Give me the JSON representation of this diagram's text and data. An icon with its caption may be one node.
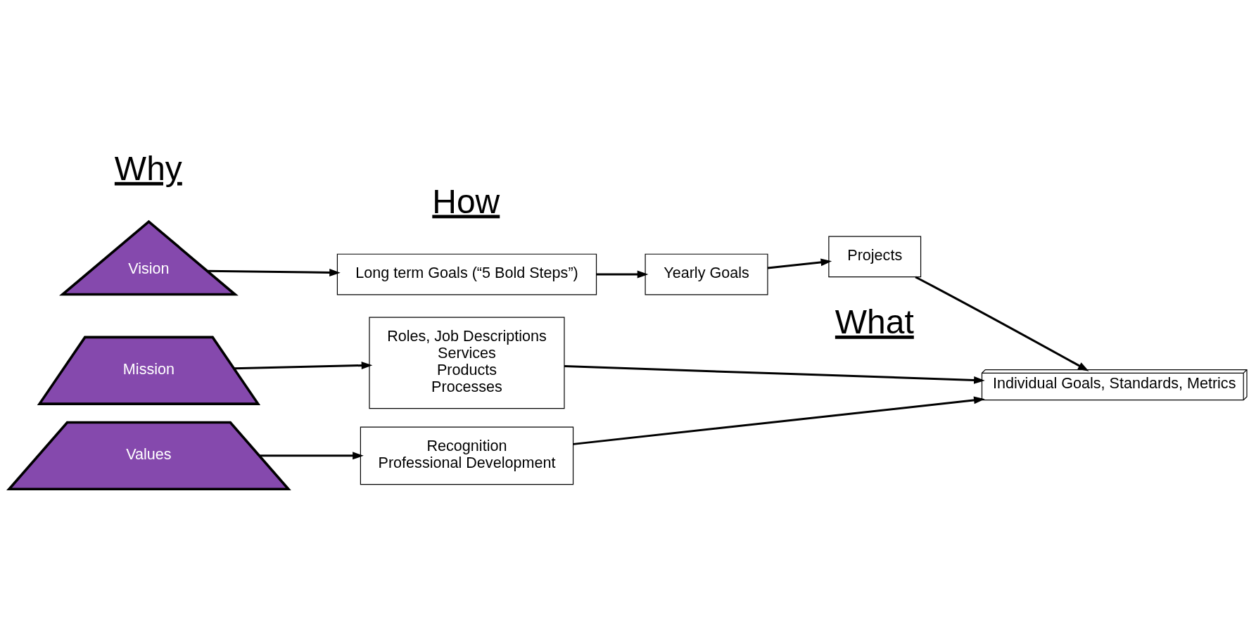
{
  "diagram": {
    "nodes": [
      {
        "text": [
          "Vision"
        ]
      },
      {
        "text": [
          "Mission"
        ]
      },
      {
        "text": [
          "Values"
        ]
      },
      {
        "text": [
          "Long term Goals (“5 Bold Steps”)"
        ]
      },
      {
        "text": [
          "Yearly Goals"
        ]
      },
      {
        "text": [
          "Projects"
        ]
      },
      {
        "text": [
          "Roles, Job Descriptions",
          "Services",
          "Products",
          "Processes"
        ]
      },
      {
        "text": [
          "Recognition",
          "Professional Development"
        ]
      },
      {
        "text": [
          "Individual Goals, Standards, Metrics"
        ]
      }
    ],
    "edges": [
      {
        "from": 0,
        "to": 3,
        "arrow": "to"
      },
      {
        "from": 3,
        "to": 4,
        "arrow": "to"
      },
      {
        "from": 4,
        "to": 5,
        "arrow": "to"
      },
      {
        "from": 1,
        "to": 6,
        "arrow": "to"
      },
      {
        "from": 6,
        "to": 8,
        "arrow": "to"
      },
      {
        "from": 5,
        "to": 8,
        "arrow": "to"
      },
      {
        "from": 2,
        "to": 7,
        "arrow": "to"
      },
      {
        "from": 7,
        "to": 8,
        "arrow": "to"
      }
    ],
    "labels": [
      "Why",
      "How",
      "What"
    ]
  }
}
